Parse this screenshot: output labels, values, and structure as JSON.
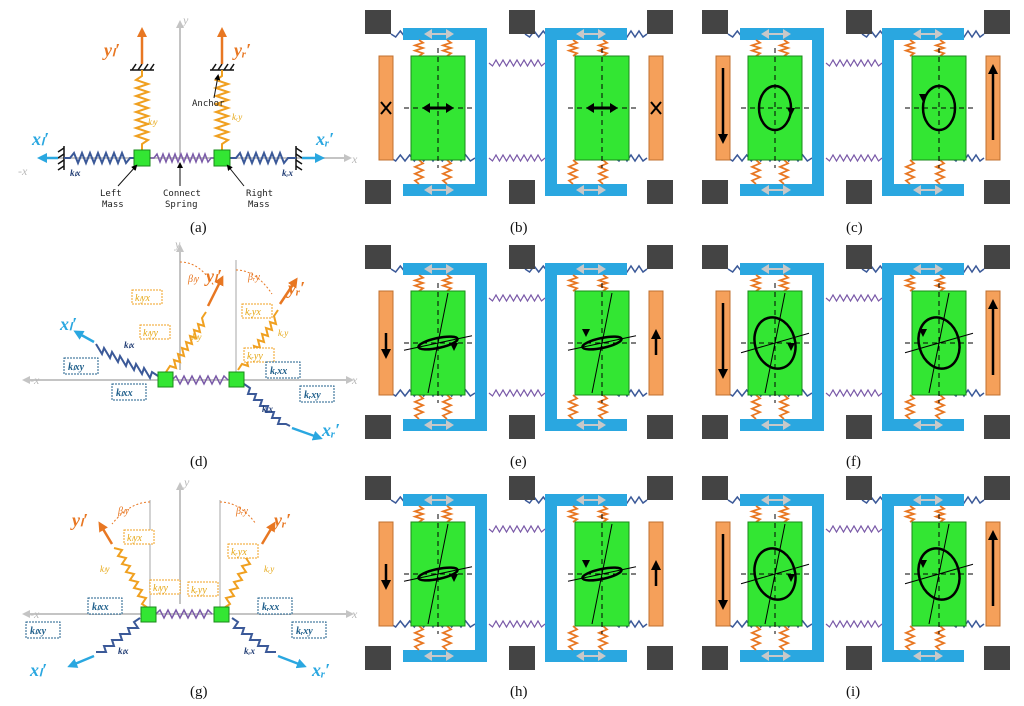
{
  "captions": [
    "(a)",
    "(b)",
    "(c)",
    "(d)",
    "(e)",
    "(f)",
    "(g)",
    "(h)",
    "(i)"
  ],
  "axes": {
    "y": "y",
    "neg_x": "-x",
    "x": "x",
    "yl": "yₗ′",
    "yr": "yᵣ′",
    "xl": "xₗ′",
    "xr": "xᵣ′"
  },
  "panel_a": {
    "k_ly": "kₗy",
    "k_ry": "kᵣy",
    "k_lx": "kₗx",
    "k_rx": "kᵣx",
    "anchor": "Anchor",
    "left_mass": [
      "Left",
      "Mass"
    ],
    "connect_spring": [
      "Connect",
      "Spring"
    ],
    "right_mass": [
      "Right",
      "Mass"
    ]
  },
  "panel_d": {
    "beta_ly": "βₗy",
    "beta_ry": "βᵣy",
    "k_lyx": "kₗyx",
    "k_lyy": "kₗyy",
    "k_ryx": "kᵣyx",
    "k_ryy": "kᵣyy",
    "k_ly": "kₗy",
    "k_ry": "kᵣy",
    "k_lx": "kₗx",
    "k_rx": "kᵣx",
    "k_lxy": "kₗxy",
    "k_lxx": "kₗxx",
    "k_rxx": "kᵣxx",
    "k_rxy": "kᵣxy"
  },
  "panel_g": {
    "beta_ly": "βₗy",
    "beta_ry": "βᵣy",
    "k_lyx": "kₗyx",
    "k_lyy": "kₗyy",
    "k_ryx": "kᵣyx",
    "k_ryy": "kᵣyy",
    "k_ly": "kₗy",
    "k_ry": "kᵣy",
    "k_lx": "kₗx",
    "k_rx": "kᵣx",
    "k_lxx": "kₗxx",
    "k_lxy": "kₗxy",
    "k_rxx": "kᵣxx",
    "k_rxy": "kᵣxy"
  },
  "colors": {
    "mass": "#33e633",
    "frame": "#2aa7e0",
    "side_bar": "#f5a05a",
    "anchor_block": "#444444",
    "spring_orange": "#e87722",
    "spring_blue": "#3b5998",
    "spring_purple": "#7a5aa8",
    "ky_label": "#e6a817",
    "kx_label": "#1f3b73"
  }
}
